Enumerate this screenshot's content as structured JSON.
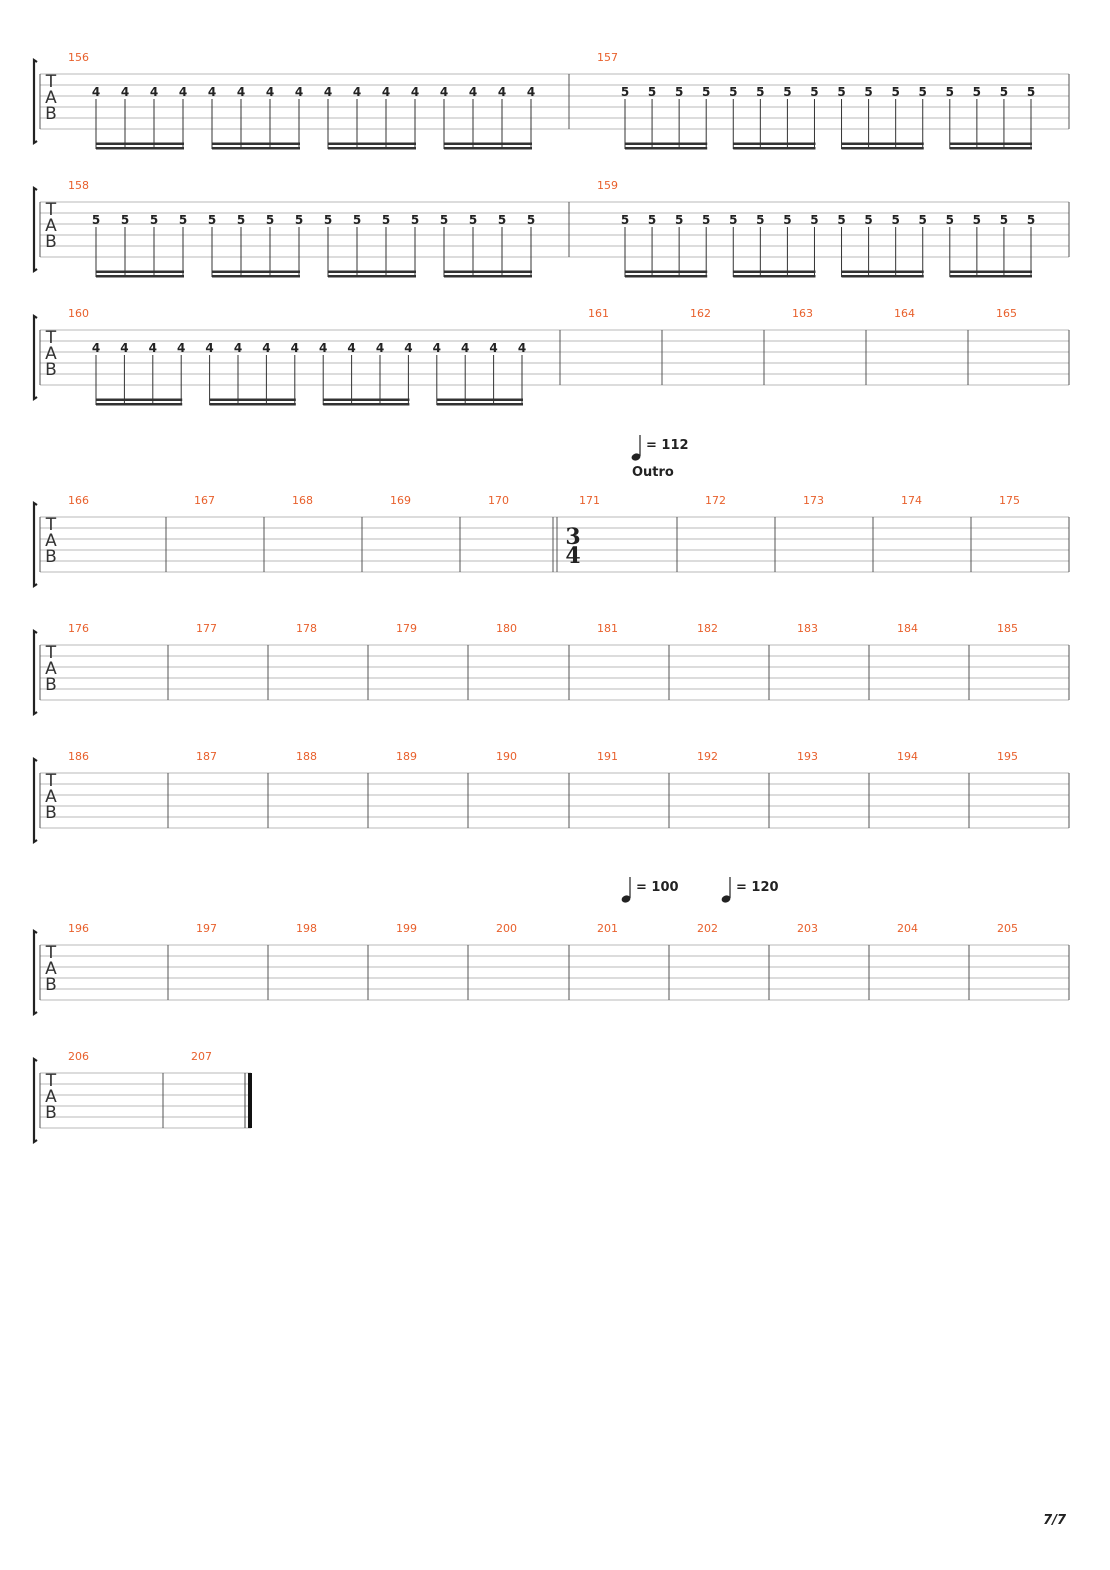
{
  "tab_clef": [
    "T",
    "A",
    "B"
  ],
  "page_number": "7/7",
  "systems": [
    {
      "measures": [
        {
          "number": "156",
          "frets": [
            "4",
            "4",
            "4",
            "4",
            "4",
            "4",
            "4",
            "4",
            "4",
            "4",
            "4",
            "4",
            "4",
            "4",
            "4",
            "4"
          ]
        },
        {
          "number": "157",
          "frets": [
            "5",
            "5",
            "5",
            "5",
            "5",
            "5",
            "5",
            "5",
            "5",
            "5",
            "5",
            "5",
            "5",
            "5",
            "5",
            "5"
          ]
        }
      ]
    },
    {
      "measures": [
        {
          "number": "158",
          "frets": [
            "5",
            "5",
            "5",
            "5",
            "5",
            "5",
            "5",
            "5",
            "5",
            "5",
            "5",
            "5",
            "5",
            "5",
            "5",
            "5"
          ]
        },
        {
          "number": "159",
          "frets": [
            "5",
            "5",
            "5",
            "5",
            "5",
            "5",
            "5",
            "5",
            "5",
            "5",
            "5",
            "5",
            "5",
            "5",
            "5",
            "5"
          ]
        }
      ]
    },
    {
      "measures": [
        {
          "number": "160",
          "frets": [
            "4",
            "4",
            "4",
            "4",
            "4",
            "4",
            "4",
            "4",
            "4",
            "4",
            "4",
            "4",
            "4",
            "4",
            "4",
            "4"
          ]
        },
        {
          "number": "161",
          "frets": []
        },
        {
          "number": "162",
          "frets": []
        },
        {
          "number": "163",
          "frets": []
        },
        {
          "number": "164",
          "frets": []
        },
        {
          "number": "165",
          "frets": []
        }
      ]
    },
    {
      "tempos": [
        {
          "value": "= 112",
          "measure": "171"
        }
      ],
      "section": {
        "label": "Outro",
        "measure": "171"
      },
      "time_signature": {
        "top": "3",
        "bottom": "4",
        "measure": "171"
      },
      "measures": [
        {
          "number": "166",
          "frets": []
        },
        {
          "number": "167",
          "frets": []
        },
        {
          "number": "168",
          "frets": []
        },
        {
          "number": "169",
          "frets": []
        },
        {
          "number": "170",
          "frets": []
        },
        {
          "number": "171",
          "frets": []
        },
        {
          "number": "172",
          "frets": []
        },
        {
          "number": "173",
          "frets": []
        },
        {
          "number": "174",
          "frets": []
        },
        {
          "number": "175",
          "frets": []
        }
      ]
    },
    {
      "measures": [
        {
          "number": "176",
          "frets": []
        },
        {
          "number": "177",
          "frets": []
        },
        {
          "number": "178",
          "frets": []
        },
        {
          "number": "179",
          "frets": []
        },
        {
          "number": "180",
          "frets": []
        },
        {
          "number": "181",
          "frets": []
        },
        {
          "number": "182",
          "frets": []
        },
        {
          "number": "183",
          "frets": []
        },
        {
          "number": "184",
          "frets": []
        },
        {
          "number": "185",
          "frets": []
        }
      ]
    },
    {
      "measures": [
        {
          "number": "186",
          "frets": []
        },
        {
          "number": "187",
          "frets": []
        },
        {
          "number": "188",
          "frets": []
        },
        {
          "number": "189",
          "frets": []
        },
        {
          "number": "190",
          "frets": []
        },
        {
          "number": "191",
          "frets": []
        },
        {
          "number": "192",
          "frets": []
        },
        {
          "number": "193",
          "frets": []
        },
        {
          "number": "194",
          "frets": []
        },
        {
          "number": "195",
          "frets": []
        }
      ]
    },
    {
      "tempos": [
        {
          "value": "= 100",
          "measure": "201"
        },
        {
          "value": "= 120",
          "measure": "202"
        }
      ],
      "measures": [
        {
          "number": "196",
          "frets": []
        },
        {
          "number": "197",
          "frets": []
        },
        {
          "number": "198",
          "frets": []
        },
        {
          "number": "199",
          "frets": []
        },
        {
          "number": "200",
          "frets": []
        },
        {
          "number": "201",
          "frets": []
        },
        {
          "number": "202",
          "frets": []
        },
        {
          "number": "203",
          "frets": []
        },
        {
          "number": "204",
          "frets": []
        },
        {
          "number": "205",
          "frets": []
        }
      ]
    },
    {
      "final_barline": true,
      "measures": [
        {
          "number": "206",
          "frets": []
        },
        {
          "number": "207",
          "frets": []
        }
      ]
    }
  ]
}
